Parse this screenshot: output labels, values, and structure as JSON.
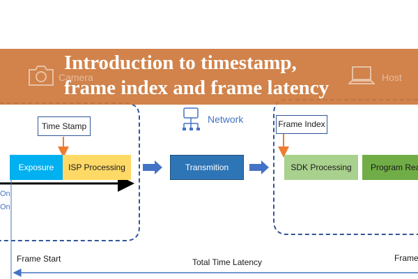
{
  "banner": {
    "title_line1": "Introduction to timestamp,",
    "title_line2": "frame index and frame latency",
    "camera_label": "Camera",
    "host_label": "Host"
  },
  "network": {
    "label": "Network"
  },
  "callouts": {
    "timestamp": "Time Stamp",
    "frame_index": "Frame Index"
  },
  "blocks": {
    "exposure": "Exposure",
    "isp": "ISP Processing",
    "transmition": "Transmition",
    "sdk": "SDK Processing",
    "program": "Program Read"
  },
  "bottom": {
    "frame_start": "Frame Start",
    "total_latency": "Total Time Latency",
    "frame_end": "Frame"
  },
  "left_labels": [
    "On",
    "On"
  ],
  "colors": {
    "banner": "#cd783c",
    "exposure": "#00b0f0",
    "isp": "#ffd966",
    "transmition": "#2e75b6",
    "sdk": "#a9d18e",
    "program": "#70ad47",
    "dashed": "#2f5597",
    "arrow": "#4472c4",
    "callout_arrow": "#ed7d31"
  }
}
